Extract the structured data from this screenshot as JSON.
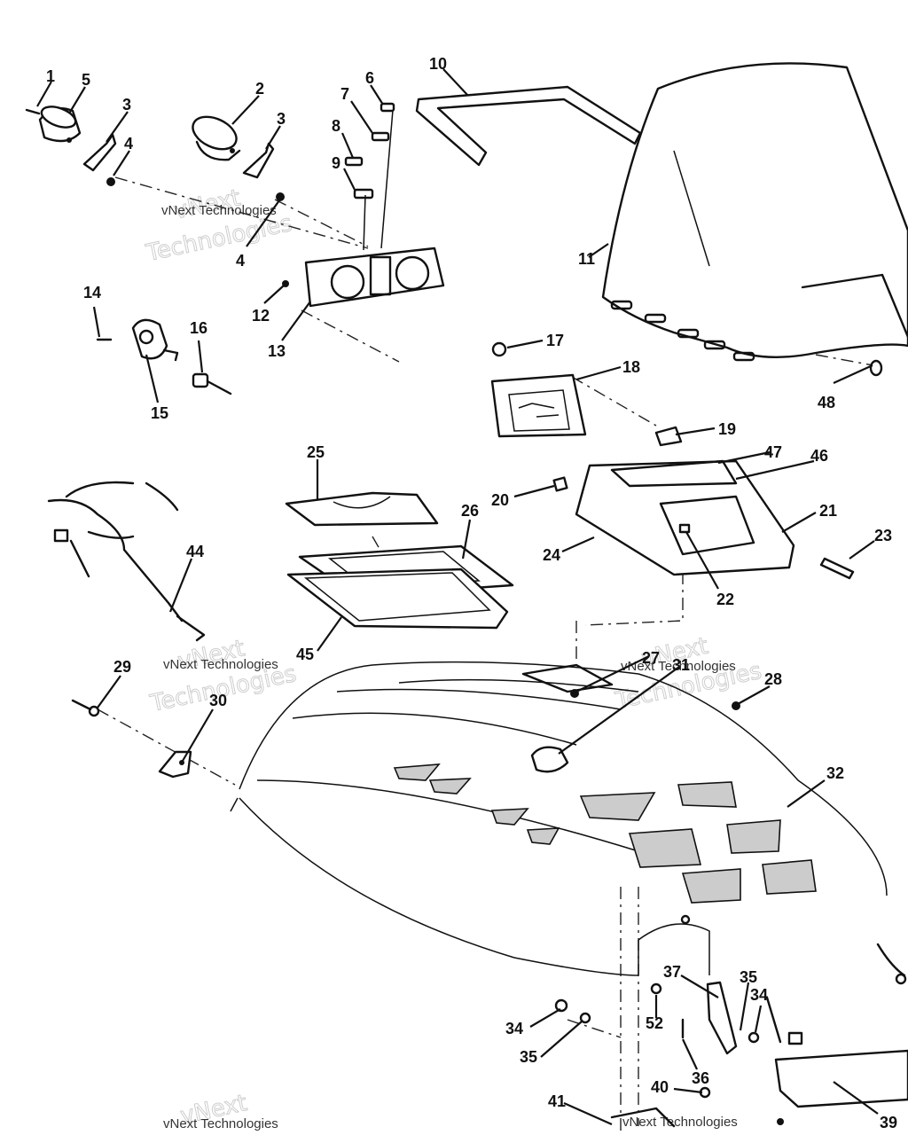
{
  "watermark": {
    "brand": "vNext",
    "tag": "Technologies",
    "line": "vNext Technologies"
  },
  "callouts": [
    "1",
    "2",
    "3",
    "3",
    "4",
    "4",
    "5",
    "6",
    "7",
    "8",
    "9",
    "10",
    "11",
    "12",
    "13",
    "14",
    "15",
    "16",
    "17",
    "18",
    "19",
    "20",
    "21",
    "22",
    "23",
    "24",
    "25",
    "26",
    "27",
    "28",
    "29",
    "30",
    "31",
    "32",
    "34",
    "34",
    "35",
    "35",
    "36",
    "37",
    "39",
    "40",
    "41",
    "44",
    "45",
    "46",
    "47",
    "48",
    "52"
  ]
}
